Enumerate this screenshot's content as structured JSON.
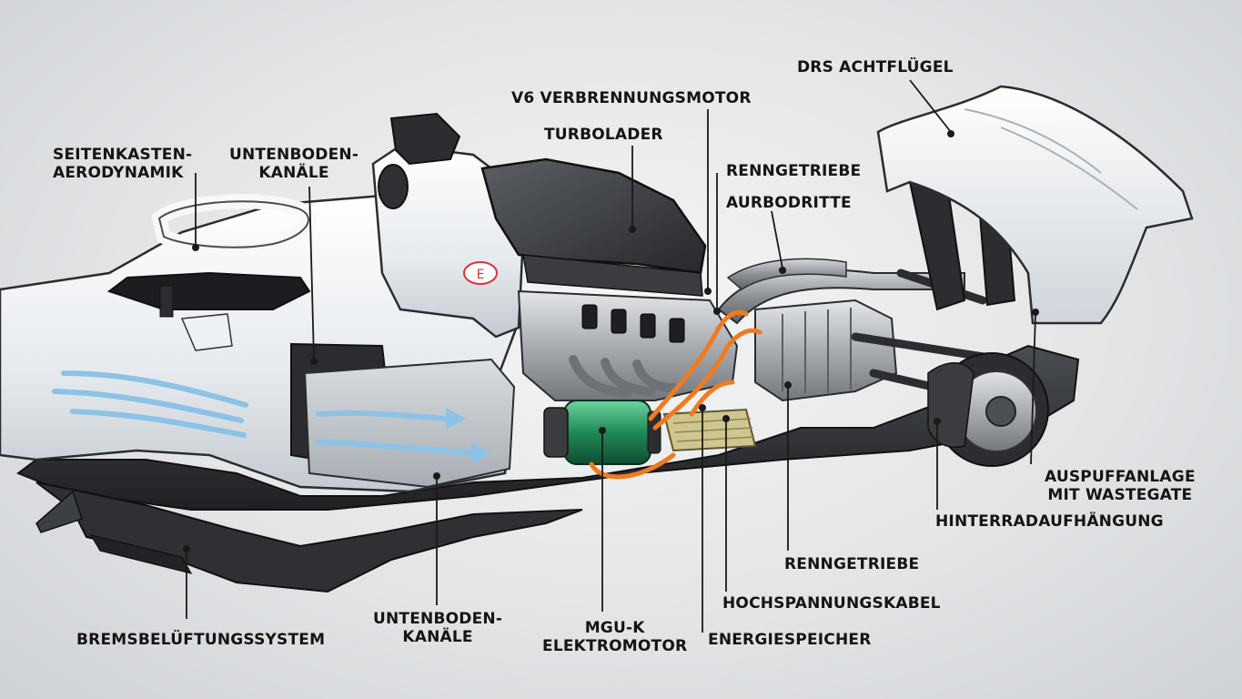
{
  "labels": {
    "seitenkasten": [
      "SEITENKASTEN-",
      "AERODYNAMIK"
    ],
    "unterboden_top": [
      "UNTENBODEN-",
      "KANÄLE"
    ],
    "v6": "V6 VERBRENNUNGSMOTOR",
    "turbolader": "TURBOLADER",
    "renngetriebe_top": "RENNGETRIEBE",
    "aurbodritte": "AURBODRITTE",
    "drs": "DRS ACHTFLÜGEL",
    "auspuff": [
      "AUSPUFFANLAGE",
      "MIT WASTEGATE"
    ],
    "hinterrad": "HINTERRADAUFHÄNGUNG",
    "renngetriebe_bottom": "RENNGETRIEBE",
    "hochspannung": "HOCHSPANNUNGSKABEL",
    "energiespeicher": "ENERGIESPEICHER",
    "mguk": [
      "MGU-K",
      "ELEKTROMOTOR"
    ],
    "unterboden_bottom": [
      "UNTENBODEN-",
      "KANÄLE"
    ],
    "brems": "BREMSBELÜFTUNGSSYSTEM"
  },
  "badge_letter": "E",
  "colors": {
    "body_white": "#eef1f4",
    "carbon": "#2b2d30",
    "motor_green": "#1f8a57",
    "cable_orange": "#f07b1f",
    "airflow_blue": "#8cc2e6",
    "battery_khaki": "#cfc58e",
    "badge_red": "#d8363a"
  }
}
